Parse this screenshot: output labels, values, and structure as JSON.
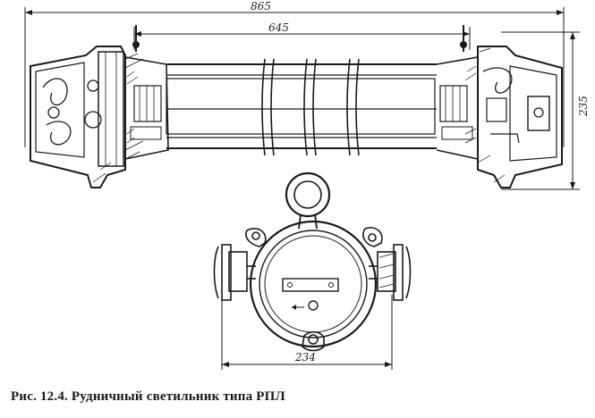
{
  "figure": {
    "caption": "Рис. 12.4. Рудничный светильник типа РПЛ",
    "dimensions": {
      "overall_length": "865",
      "tube_length": "645",
      "height": "235",
      "ring_diameter": "234"
    }
  },
  "colors": {
    "ink": "#1a1a1a",
    "paper": "#ffffff"
  }
}
